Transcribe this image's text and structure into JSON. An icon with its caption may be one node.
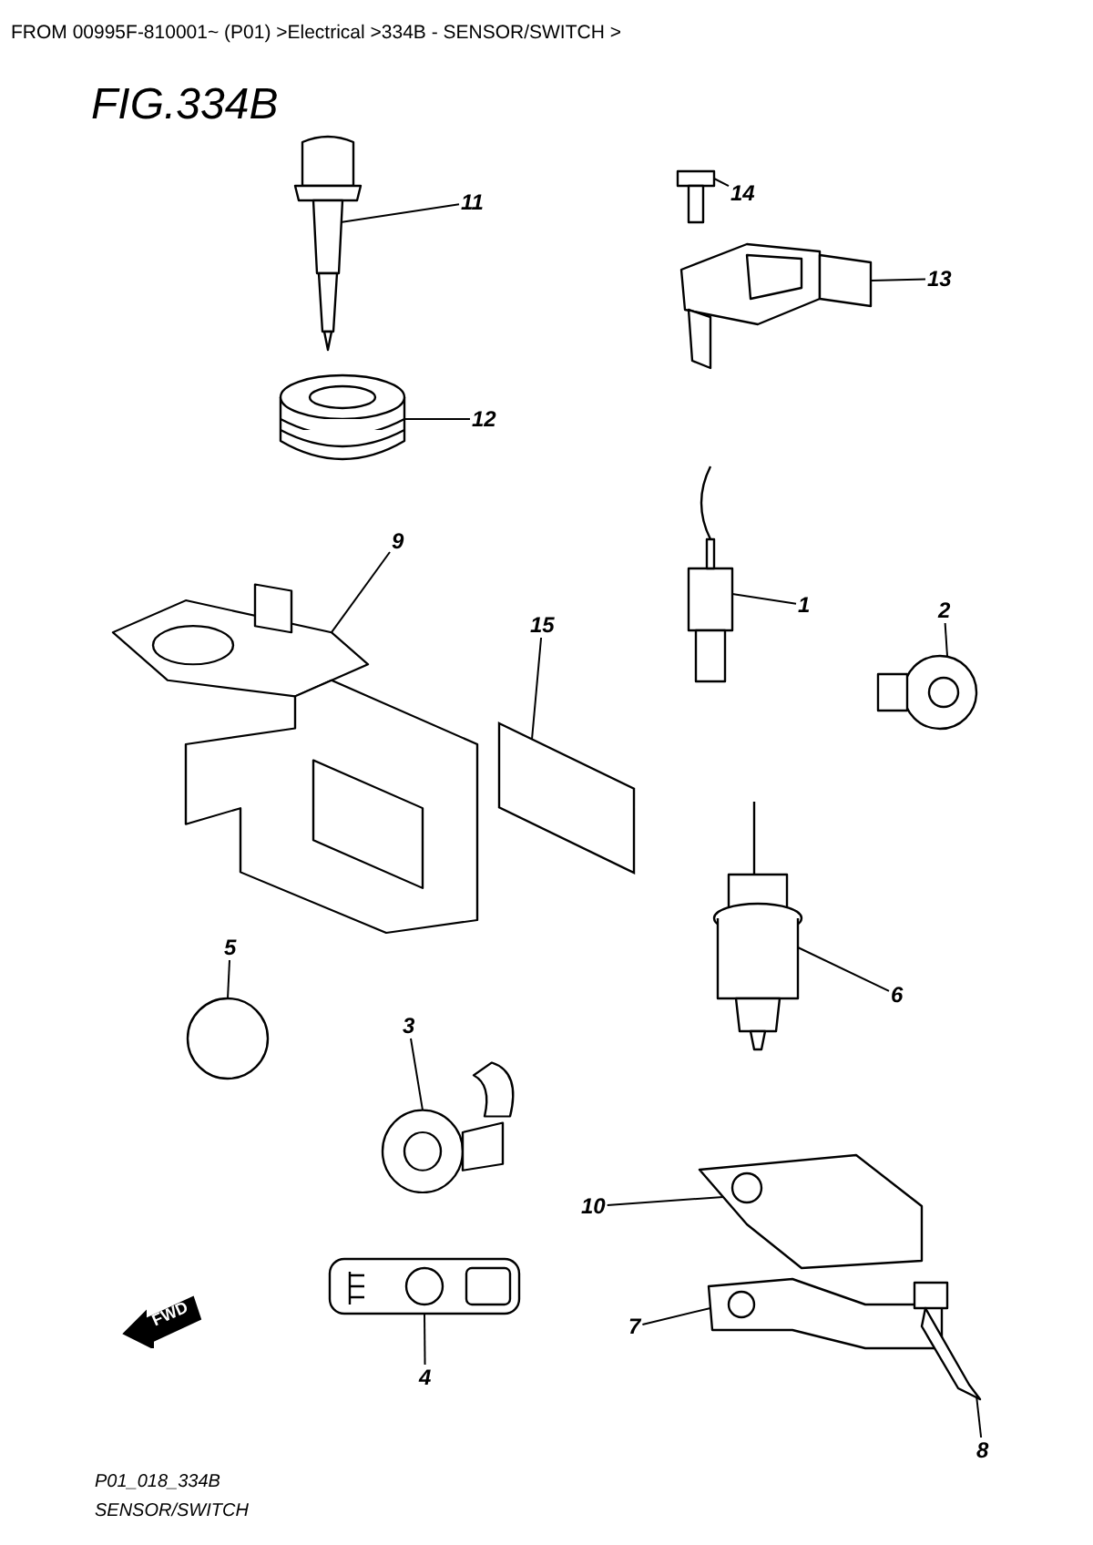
{
  "diagram": {
    "title": "FIG.334B",
    "nodes": [
      {
        "text": [
          "11"
        ]
      },
      {
        "text": [],
        "shape": "picture"
      },
      {
        "text": [
          "14"
        ]
      },
      {
        "text": [],
        "shape": "picture"
      },
      {
        "text": [
          "13"
        ]
      },
      {
        "text": [],
        "shape": "picture"
      },
      {
        "text": [
          "12"
        ]
      },
      {
        "text": [],
        "shape": "picture"
      },
      {
        "text": [
          "9"
        ]
      },
      {
        "text": [],
        "shape": "picture"
      },
      {
        "text": [
          "15"
        ]
      },
      {
        "text": [],
        "shape": "box"
      },
      {
        "text": [
          "1"
        ]
      },
      {
        "text": [],
        "shape": "picture"
      },
      {
        "text": [
          "2"
        ]
      },
      {
        "text": [],
        "shape": "picture"
      },
      {
        "text": [
          "5"
        ]
      },
      {
        "text": [],
        "shape": "circle"
      },
      {
        "text": [
          "3"
        ]
      },
      {
        "text": [],
        "shape": "picture"
      },
      {
        "text": [
          "6"
        ]
      },
      {
        "text": [],
        "shape": "picture"
      },
      {
        "text": [
          "10"
        ]
      },
      {
        "text": [],
        "shape": "picture"
      },
      {
        "text": [
          "7"
        ]
      },
      {
        "text": [],
        "shape": "picture"
      },
      {
        "text": [
          "8"
        ]
      },
      {
        "text": [],
        "shape": "picture"
      },
      {
        "text": [
          "4"
        ]
      },
      {
        "text": [],
        "shape": "picture"
      }
    ],
    "edges": [
      {
        "from": 0,
        "to": 1,
        "arrow": "none"
      },
      {
        "from": 2,
        "to": 3,
        "arrow": "none"
      },
      {
        "from": 4,
        "to": 5,
        "arrow": "none"
      },
      {
        "from": 6,
        "to": 7,
        "arrow": "none"
      },
      {
        "from": 8,
        "to": 9,
        "arrow": "none"
      },
      {
        "from": 10,
        "to": 11,
        "arrow": "none"
      },
      {
        "from": 12,
        "to": 13,
        "arrow": "none"
      },
      {
        "from": 14,
        "to": 15,
        "arrow": "none"
      },
      {
        "from": 16,
        "to": 17,
        "arrow": "none"
      },
      {
        "from": 18,
        "to": 19,
        "arrow": "none"
      },
      {
        "from": 20,
        "to": 21,
        "arrow": "none"
      },
      {
        "from": 22,
        "to": 23,
        "arrow": "none"
      },
      {
        "from": 24,
        "to": 25,
        "arrow": "none"
      },
      {
        "from": 26,
        "to": 27,
        "arrow": "none"
      },
      {
        "from": 28,
        "to": 29,
        "arrow": "none"
      }
    ],
    "labels": [
      "FROM 00995F-810001~ (P01) >Electrical >334B - SENSOR/SWITCH >",
      "FWD",
      "P01_018_334B",
      "SENSOR/SWITCH"
    ]
  }
}
